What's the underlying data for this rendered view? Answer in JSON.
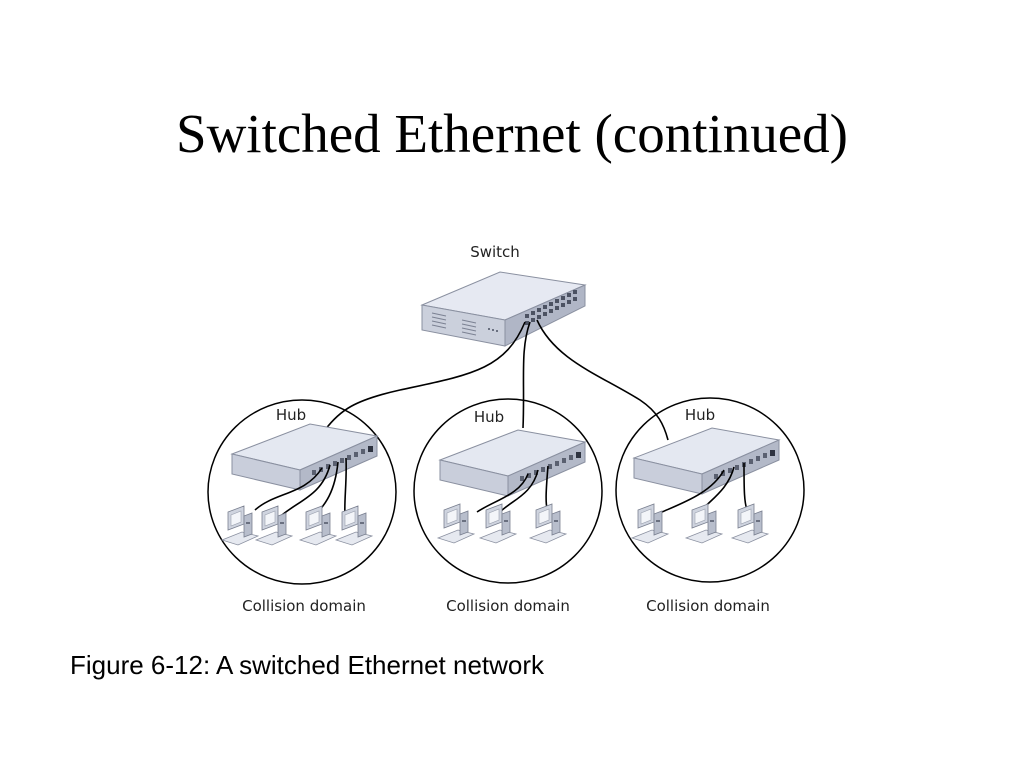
{
  "slide": {
    "title": "Switched Ethernet (continued)",
    "caption": "Figure 6-12: A switched Ethernet network"
  },
  "diagram": {
    "switch_label": "Switch",
    "domains": [
      {
        "hub_label": "Hub",
        "domain_label": "Collision domain",
        "computers": 4
      },
      {
        "hub_label": "Hub",
        "domain_label": "Collision domain",
        "computers": 3
      },
      {
        "hub_label": "Hub",
        "domain_label": "Collision domain",
        "computers": 3
      }
    ]
  },
  "colors": {
    "device_top": "#e3e7f0",
    "device_front": "#c7ccd9",
    "device_side": "#aab0c0",
    "cable": "#000000",
    "outline": "#000000"
  }
}
